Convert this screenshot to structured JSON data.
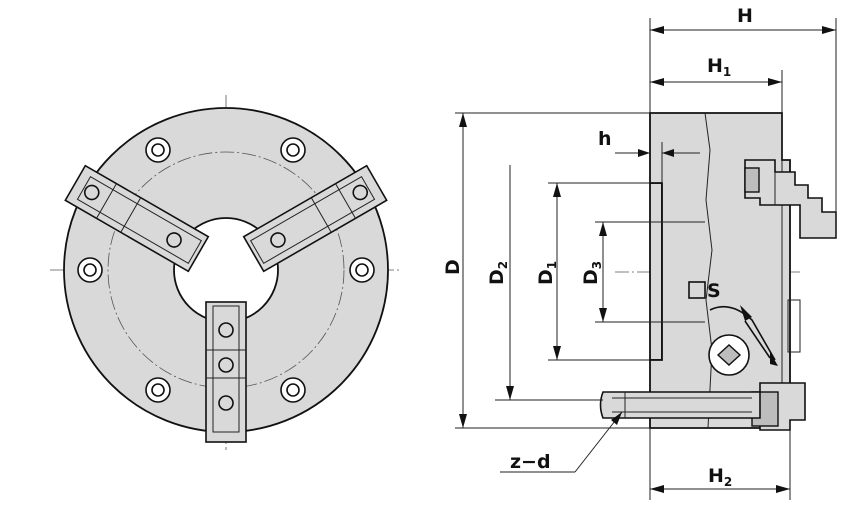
{
  "diagram": {
    "dimension_labels": {
      "H": "H",
      "H1": {
        "base": "H",
        "sub": "1"
      },
      "H2": {
        "base": "H",
        "sub": "2"
      },
      "h": "h",
      "D": "D",
      "D1": {
        "base": "D",
        "sub": "1"
      },
      "D2": {
        "base": "D",
        "sub": "2"
      },
      "D3": {
        "base": "D",
        "sub": "3"
      },
      "S": "S",
      "zd": "z−d"
    }
  }
}
